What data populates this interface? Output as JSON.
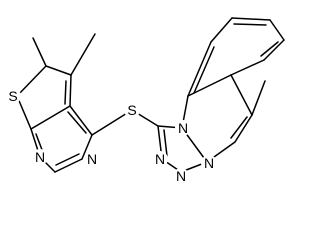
{
  "atoms": {
    "thiophene_sulfur": "S",
    "linker_sulfur": "S",
    "pyrimidine_n1": "N",
    "pyrimidine_n3": "N",
    "triazole_n1": "N",
    "triazole_n3": "N",
    "triazole_n4": "N",
    "quinoline_n": "N"
  },
  "colors": {
    "bond": "#000000",
    "label": "#000000",
    "background": "#ffffff"
  }
}
